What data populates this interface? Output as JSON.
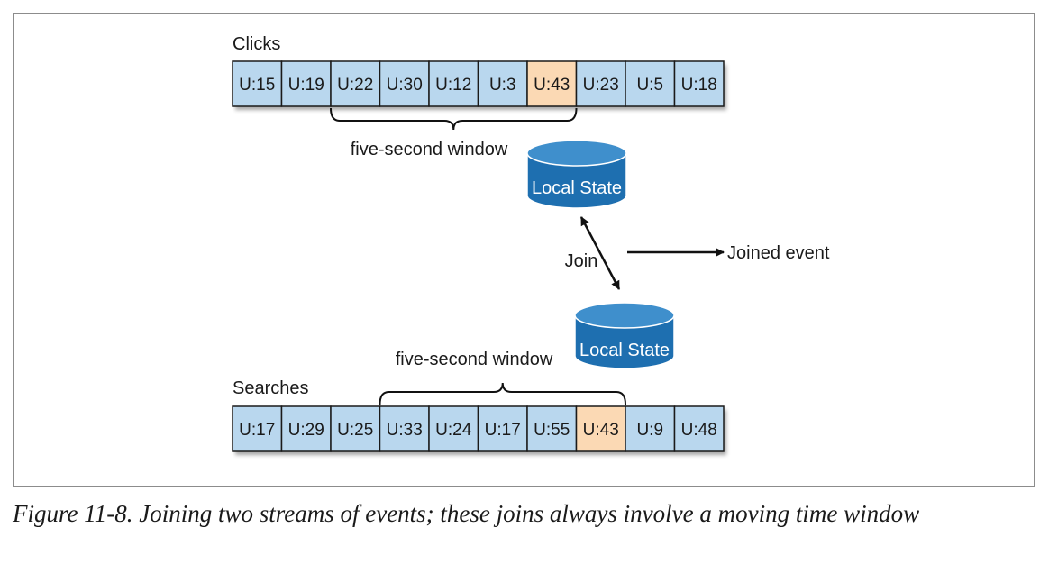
{
  "clicks": {
    "label": "Clicks",
    "events": [
      {
        "label": "U:15",
        "highlight": false
      },
      {
        "label": "U:19",
        "highlight": false
      },
      {
        "label": "U:22",
        "highlight": false
      },
      {
        "label": "U:30",
        "highlight": false
      },
      {
        "label": "U:12",
        "highlight": false
      },
      {
        "label": "U:3",
        "highlight": false
      },
      {
        "label": "U:43",
        "highlight": true
      },
      {
        "label": "U:23",
        "highlight": false
      },
      {
        "label": "U:5",
        "highlight": false
      },
      {
        "label": "U:18",
        "highlight": false
      }
    ],
    "window": {
      "label": "five-second window",
      "start_index": 2,
      "end_index": 6
    },
    "state_label": "Local State"
  },
  "searches": {
    "label": "Searches",
    "events": [
      {
        "label": "U:17",
        "highlight": false
      },
      {
        "label": "U:29",
        "highlight": false
      },
      {
        "label": "U:25",
        "highlight": false
      },
      {
        "label": "U:33",
        "highlight": false
      },
      {
        "label": "U:24",
        "highlight": false
      },
      {
        "label": "U:17",
        "highlight": false
      },
      {
        "label": "U:55",
        "highlight": false
      },
      {
        "label": "U:43",
        "highlight": true
      },
      {
        "label": "U:9",
        "highlight": false
      },
      {
        "label": "U:48",
        "highlight": false
      }
    ],
    "window": {
      "label": "five-second window",
      "start_index": 3,
      "end_index": 7
    },
    "state_label": "Local State"
  },
  "join": {
    "label": "Join",
    "output_label": "Joined event"
  },
  "caption": "Figure 11-8. Joining two streams of events; these joins always involve a moving time window",
  "colors": {
    "cell_fill": "#b9d7ee",
    "highlight_fill": "#fbd9b4",
    "cell_stroke": "#1a1a1a",
    "database_fill": "#1e6fb0",
    "database_top": "#3f8fcc",
    "line": "#111111"
  }
}
